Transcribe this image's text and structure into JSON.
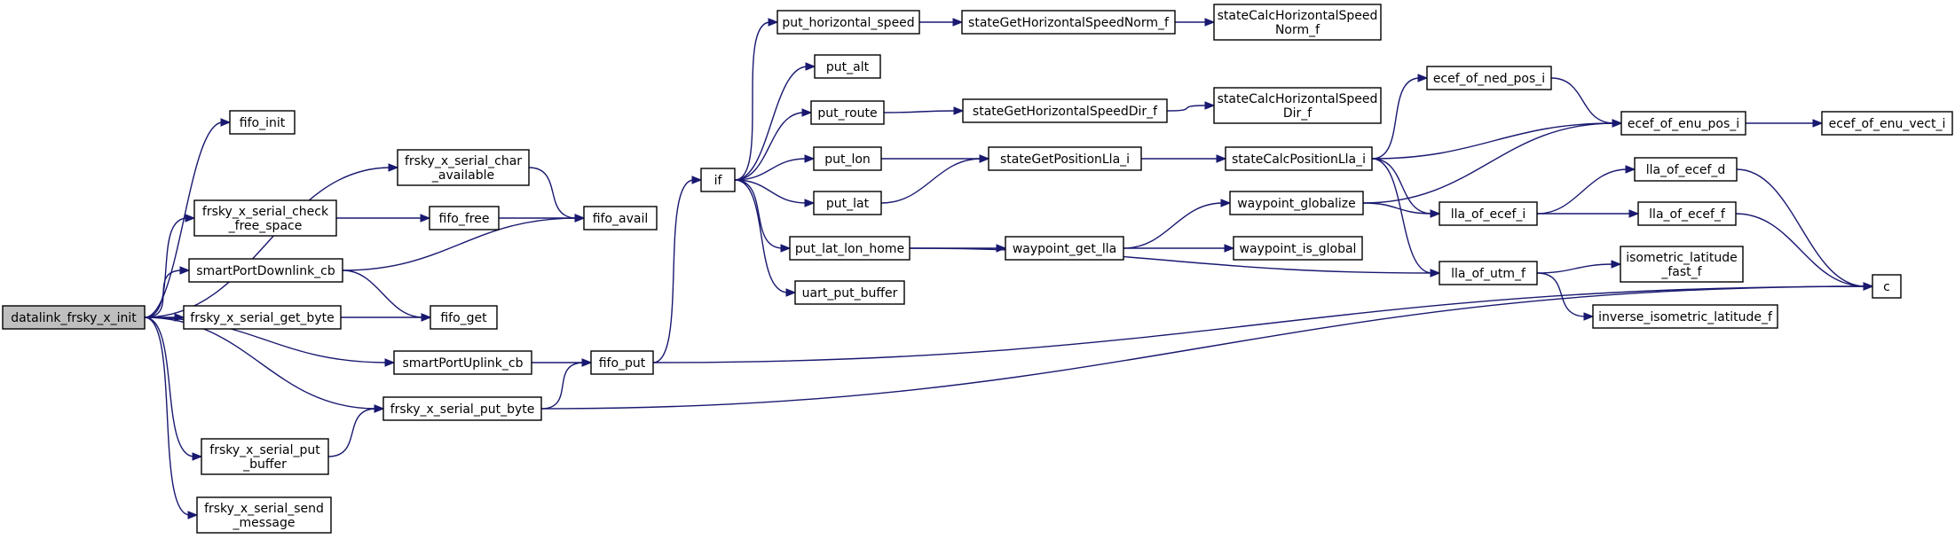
{
  "graph": {
    "root": "datalink_frsky_x_init",
    "nodes": [
      {
        "id": "datalink",
        "lines": [
          "datalink_frsky_x_init"
        ],
        "root": true
      },
      {
        "id": "fifo_init",
        "lines": [
          "fifo_init"
        ]
      },
      {
        "id": "char_avail",
        "lines": [
          "frsky_x_serial_char",
          "_available"
        ]
      },
      {
        "id": "check_free",
        "lines": [
          "frsky_x_serial_check",
          "_free_space"
        ]
      },
      {
        "id": "fifo_free",
        "lines": [
          "fifo_free"
        ]
      },
      {
        "id": "fifo_avail",
        "lines": [
          "fifo_avail"
        ]
      },
      {
        "id": "downlink",
        "lines": [
          "smartPortDownlink_cb"
        ]
      },
      {
        "id": "get_byte",
        "lines": [
          "frsky_x_serial_get_byte"
        ]
      },
      {
        "id": "fifo_get",
        "lines": [
          "fifo_get"
        ]
      },
      {
        "id": "uplink",
        "lines": [
          "smartPortUplink_cb"
        ]
      },
      {
        "id": "put_byte",
        "lines": [
          "frsky_x_serial_put_byte"
        ]
      },
      {
        "id": "put_buffer",
        "lines": [
          "frsky_x_serial_put",
          "_buffer"
        ]
      },
      {
        "id": "send_msg",
        "lines": [
          "frsky_x_serial_send",
          "_message"
        ]
      },
      {
        "id": "fifo_put",
        "lines": [
          "fifo_put"
        ]
      },
      {
        "id": "if",
        "lines": [
          "if"
        ]
      },
      {
        "id": "put_hs",
        "lines": [
          "put_horizontal_speed"
        ]
      },
      {
        "id": "put_alt",
        "lines": [
          "put_alt"
        ]
      },
      {
        "id": "put_route",
        "lines": [
          "put_route"
        ]
      },
      {
        "id": "put_lon",
        "lines": [
          "put_lon"
        ]
      },
      {
        "id": "put_lat",
        "lines": [
          "put_lat"
        ]
      },
      {
        "id": "put_llh",
        "lines": [
          "put_lat_lon_home"
        ]
      },
      {
        "id": "uart",
        "lines": [
          "uart_put_buffer"
        ]
      },
      {
        "id": "sghsn",
        "lines": [
          "stateGetHorizontalSpeedNorm_f"
        ]
      },
      {
        "id": "schsn",
        "lines": [
          "stateCalcHorizontalSpeed",
          "Norm_f"
        ]
      },
      {
        "id": "sghsd",
        "lines": [
          "stateGetHorizontalSpeedDir_f"
        ]
      },
      {
        "id": "schsd",
        "lines": [
          "stateCalcHorizontalSpeed",
          "Dir_f"
        ]
      },
      {
        "id": "sgpl",
        "lines": [
          "stateGetPositionLla_i"
        ]
      },
      {
        "id": "scpl",
        "lines": [
          "stateCalcPositionLla_i"
        ]
      },
      {
        "id": "wgl",
        "lines": [
          "waypoint_get_lla"
        ]
      },
      {
        "id": "wglob",
        "lines": [
          "waypoint_globalize"
        ]
      },
      {
        "id": "wig",
        "lines": [
          "waypoint_is_global"
        ]
      },
      {
        "id": "ecef_ned",
        "lines": [
          "ecef_of_ned_pos_i"
        ]
      },
      {
        "id": "ecef_enu_pos",
        "lines": [
          "ecef_of_enu_pos_i"
        ]
      },
      {
        "id": "ecef_enu_vect",
        "lines": [
          "ecef_of_enu_vect_i"
        ]
      },
      {
        "id": "lla_ecef_i",
        "lines": [
          "lla_of_ecef_i"
        ]
      },
      {
        "id": "lla_utm",
        "lines": [
          "lla_of_utm_f"
        ]
      },
      {
        "id": "lla_ecef_d",
        "lines": [
          "lla_of_ecef_d"
        ]
      },
      {
        "id": "lla_ecef_f",
        "lines": [
          "lla_of_ecef_f"
        ]
      },
      {
        "id": "iso_lat",
        "lines": [
          "isometric_latitude",
          "_fast_f"
        ]
      },
      {
        "id": "inv_iso",
        "lines": [
          "inverse_isometric_latitude_f"
        ]
      },
      {
        "id": "c",
        "lines": [
          "c"
        ]
      }
    ],
    "edges": [
      [
        "datalink",
        "fifo_init"
      ],
      [
        "datalink",
        "char_avail"
      ],
      [
        "datalink",
        "check_free"
      ],
      [
        "datalink",
        "downlink"
      ],
      [
        "datalink",
        "get_byte"
      ],
      [
        "datalink",
        "uplink"
      ],
      [
        "datalink",
        "put_byte"
      ],
      [
        "datalink",
        "put_buffer"
      ],
      [
        "datalink",
        "send_msg"
      ],
      [
        "char_avail",
        "fifo_avail"
      ],
      [
        "check_free",
        "fifo_free"
      ],
      [
        "fifo_free",
        "fifo_avail"
      ],
      [
        "downlink",
        "fifo_avail"
      ],
      [
        "downlink",
        "fifo_get"
      ],
      [
        "get_byte",
        "fifo_get"
      ],
      [
        "uplink",
        "fifo_put"
      ],
      [
        "put_byte",
        "fifo_put"
      ],
      [
        "put_buffer",
        "put_byte"
      ],
      [
        "put_byte",
        "c"
      ],
      [
        "fifo_put",
        "if"
      ],
      [
        "fifo_put",
        "c"
      ],
      [
        "if",
        "put_hs"
      ],
      [
        "if",
        "put_alt"
      ],
      [
        "if",
        "put_route"
      ],
      [
        "if",
        "put_lon"
      ],
      [
        "if",
        "put_lat"
      ],
      [
        "if",
        "put_llh"
      ],
      [
        "if",
        "uart"
      ],
      [
        "put_hs",
        "sghsn"
      ],
      [
        "sghsn",
        "schsn"
      ],
      [
        "put_route",
        "sghsd"
      ],
      [
        "sghsd",
        "schsd"
      ],
      [
        "put_lon",
        "sgpl"
      ],
      [
        "put_lat",
        "sgpl"
      ],
      [
        "sgpl",
        "scpl"
      ],
      [
        "put_llh",
        "wgl"
      ],
      [
        "put_llh",
        "lla_utm"
      ],
      [
        "wgl",
        "wglob"
      ],
      [
        "wgl",
        "wig"
      ],
      [
        "wglob",
        "ecef_enu_pos"
      ],
      [
        "wglob",
        "lla_ecef_i"
      ],
      [
        "scpl",
        "ecef_ned"
      ],
      [
        "scpl",
        "ecef_enu_pos"
      ],
      [
        "scpl",
        "lla_ecef_i"
      ],
      [
        "scpl",
        "lla_utm"
      ],
      [
        "ecef_ned",
        "ecef_enu_pos"
      ],
      [
        "ecef_enu_pos",
        "ecef_enu_vect"
      ],
      [
        "lla_ecef_i",
        "lla_ecef_d"
      ],
      [
        "lla_ecef_i",
        "lla_ecef_f"
      ],
      [
        "lla_utm",
        "iso_lat"
      ],
      [
        "lla_utm",
        "inv_iso"
      ],
      [
        "lla_ecef_d",
        "c"
      ],
      [
        "lla_ecef_f",
        "c"
      ]
    ]
  },
  "colors": {
    "edge": "#191970",
    "node_border": "#000000",
    "node_fill": "#ffffff",
    "root_fill": "#bfbfbf"
  }
}
